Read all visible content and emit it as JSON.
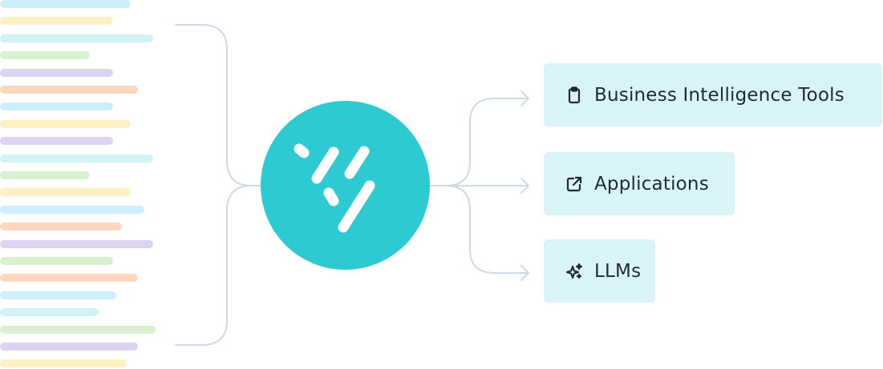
{
  "colors": {
    "background": "#ffffff",
    "hub": "#2ecad2",
    "hub_mark": "#ffffff",
    "connector": "#cfd8e3",
    "destination_bg": "#d8f4f6",
    "destination_text": "#1f2937",
    "source_stripes": [
      "#cdeefc",
      "#fdf0c2",
      "#d2f3f5",
      "#d9f0cf",
      "#dcd2f1",
      "#fdd7bd"
    ]
  },
  "source_stripes": [
    {
      "color": "blue",
      "length": 0.74
    },
    {
      "color": "yellow",
      "length": 0.64
    },
    {
      "color": "cyan",
      "length": 0.87
    },
    {
      "color": "green",
      "length": 0.51
    },
    {
      "color": "purple",
      "length": 0.64
    },
    {
      "color": "orange",
      "length": 0.78
    },
    {
      "color": "blue",
      "length": 0.64
    },
    {
      "color": "yellow",
      "length": 0.74
    },
    {
      "color": "purple",
      "length": 0.64
    },
    {
      "color": "cyan",
      "length": 0.87
    },
    {
      "color": "green",
      "length": 0.51
    },
    {
      "color": "yellow",
      "length": 0.74
    },
    {
      "color": "blue",
      "length": 0.82
    },
    {
      "color": "orange",
      "length": 0.69
    },
    {
      "color": "purple",
      "length": 0.87
    },
    {
      "color": "green",
      "length": 0.64
    },
    {
      "color": "orange",
      "length": 0.78
    },
    {
      "color": "blue",
      "length": 0.66
    },
    {
      "color": "cyan",
      "length": 0.56
    },
    {
      "color": "green",
      "length": 0.88
    },
    {
      "color": "purple",
      "length": 0.78
    },
    {
      "color": "yellow",
      "length": 0.72
    }
  ],
  "hub": {
    "icon": "brand-logo-icon"
  },
  "destinations": [
    {
      "label": "Business Intelligence Tools",
      "icon": "clipboard-icon"
    },
    {
      "label": "Applications",
      "icon": "external-link-icon"
    },
    {
      "label": "LLMs",
      "icon": "sparkles-icon"
    }
  ]
}
